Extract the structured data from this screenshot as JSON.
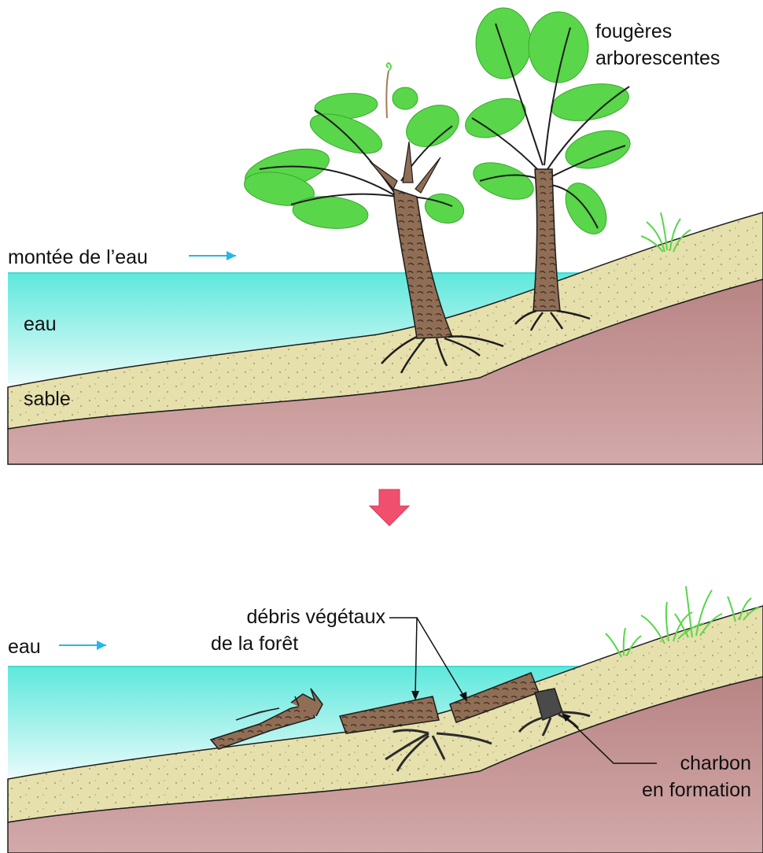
{
  "panels": [
    {
      "id": "before",
      "labels": {
        "ferns": [
          "fougères",
          "arborescentes"
        ],
        "rising_water": "montée de l’eau",
        "water": "eau",
        "sand": "sable"
      }
    },
    {
      "id": "after",
      "labels": {
        "water": "eau",
        "debris": [
          "débris végétaux",
          "de la forêt"
        ],
        "coal": [
          "charbon",
          "en formation"
        ]
      }
    }
  ],
  "transition_arrow": "down-arrow-icon",
  "colors": {
    "water_top": "#5ee8dc",
    "water_bottom": "#d6f8f7",
    "sand": "#e6e0ad",
    "rock": "#c29292",
    "trunk": "#8f6e55",
    "foliage": "#59d64a",
    "coal": "#4a4a4a",
    "blue_arrow": "#25b7ea",
    "red_arrow": "#f0506e",
    "leader_line": "#111111"
  }
}
